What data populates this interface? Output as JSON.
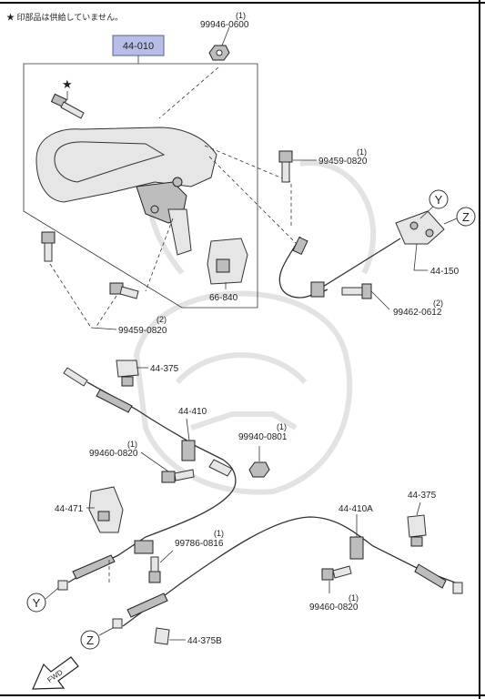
{
  "notice": "★ 印部品は供給していません。",
  "highlight_part": "44-010",
  "parts": [
    {
      "id": "p1",
      "code": "99946-0600",
      "qty": "(1)"
    },
    {
      "id": "p2",
      "code": "99459-0820",
      "qty": "(1)"
    },
    {
      "id": "p3",
      "code": "44-150"
    },
    {
      "id": "p4",
      "code": "99462-0612",
      "qty": "(2)"
    },
    {
      "id": "p5",
      "code": "66-840"
    },
    {
      "id": "p6",
      "code": "99459-0820",
      "qty": "(2)"
    },
    {
      "id": "p7",
      "code": "44-375"
    },
    {
      "id": "p8",
      "code": "44-410"
    },
    {
      "id": "p9",
      "code": "99940-0801",
      "qty": "(1)"
    },
    {
      "id": "p10",
      "code": "99460-0820",
      "qty": "(1)"
    },
    {
      "id": "p11",
      "code": "44-471"
    },
    {
      "id": "p12",
      "code": "99786-0816",
      "qty": "(1)"
    },
    {
      "id": "p13",
      "code": "44-410A"
    },
    {
      "id": "p14",
      "code": "44-375"
    },
    {
      "id": "p15",
      "code": "99460-0820",
      "qty": "(1)"
    },
    {
      "id": "p16",
      "code": "44-375B"
    }
  ],
  "callouts": {
    "y": "Y",
    "z": "Z"
  },
  "star": "★",
  "fwd": "FWD",
  "colors": {
    "highlight_fill": "#b8bde6",
    "highlight_stroke": "#5a5f9a",
    "line": "#333333"
  }
}
